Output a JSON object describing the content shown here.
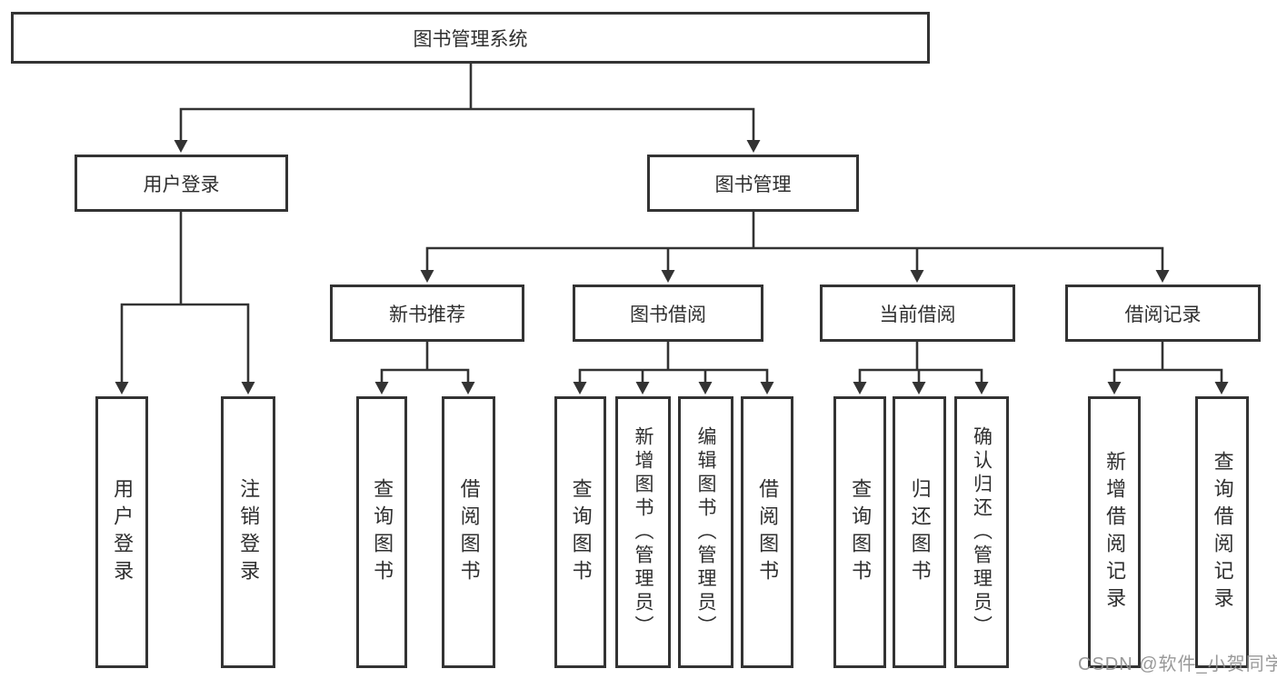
{
  "tree": {
    "root": {
      "label": "图书管理系统",
      "children": [
        {
          "label": "用户登录",
          "children": [
            {
              "label": "用户登录"
            },
            {
              "label": "注销登录"
            }
          ]
        },
        {
          "label": "图书管理",
          "children": [
            {
              "label": "新书推荐",
              "children": [
                {
                  "label": "查询图书"
                },
                {
                  "label": "借阅图书"
                }
              ]
            },
            {
              "label": "图书借阅",
              "children": [
                {
                  "label": "查询图书"
                },
                {
                  "label": "新增图书（管理员）"
                },
                {
                  "label": "编辑图书（管理员）"
                },
                {
                  "label": "借阅图书"
                }
              ]
            },
            {
              "label": "当前借阅",
              "children": [
                {
                  "label": "查询图书"
                },
                {
                  "label": "归还图书"
                },
                {
                  "label": "确认归还（管理员）"
                }
              ]
            },
            {
              "label": "借阅记录",
              "children": [
                {
                  "label": "新增借阅记录"
                },
                {
                  "label": "查询借阅记录"
                }
              ]
            }
          ]
        }
      ]
    }
  },
  "watermark": {
    "text": "CSDN @软件_小贺同学"
  },
  "colors": {
    "line": "#333333",
    "text": "#2f2f2f",
    "background": "#ffffff",
    "watermark": "#8f8f8f"
  }
}
